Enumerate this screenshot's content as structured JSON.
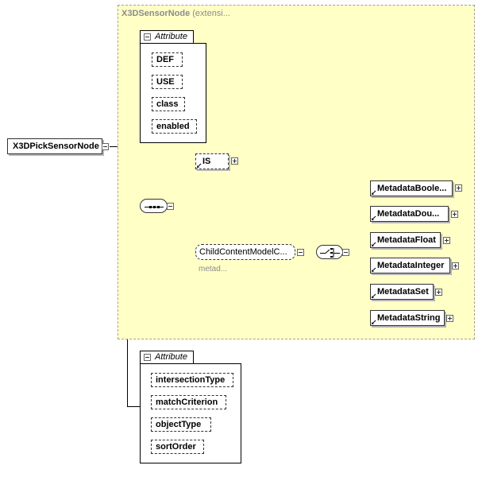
{
  "extension": {
    "name": "X3DSensorNode",
    "suffix": "(extensi..."
  },
  "root": {
    "label": "X3DPickSensorNode"
  },
  "inherited_attributes": {
    "header": "Attribute",
    "items": [
      "DEF",
      "USE",
      "class",
      "enabled"
    ]
  },
  "is_element": {
    "label": "IS"
  },
  "child_group": {
    "label": "ChildContentModelC...",
    "sublabel": "metad..."
  },
  "metadata_elements": [
    "MetadataBoole...",
    "MetadataDou...",
    "MetadataFloat",
    "MetadataInteger",
    "MetadataSet",
    "MetadataString"
  ],
  "own_attributes": {
    "header": "Attribute",
    "items": [
      "intersectionType",
      "matchCriterion",
      "objectType",
      "sortOrder"
    ]
  },
  "colors": {
    "extension_bg": "#ffffc6",
    "border": "#333333",
    "muted_text": "#8c8c8c"
  }
}
